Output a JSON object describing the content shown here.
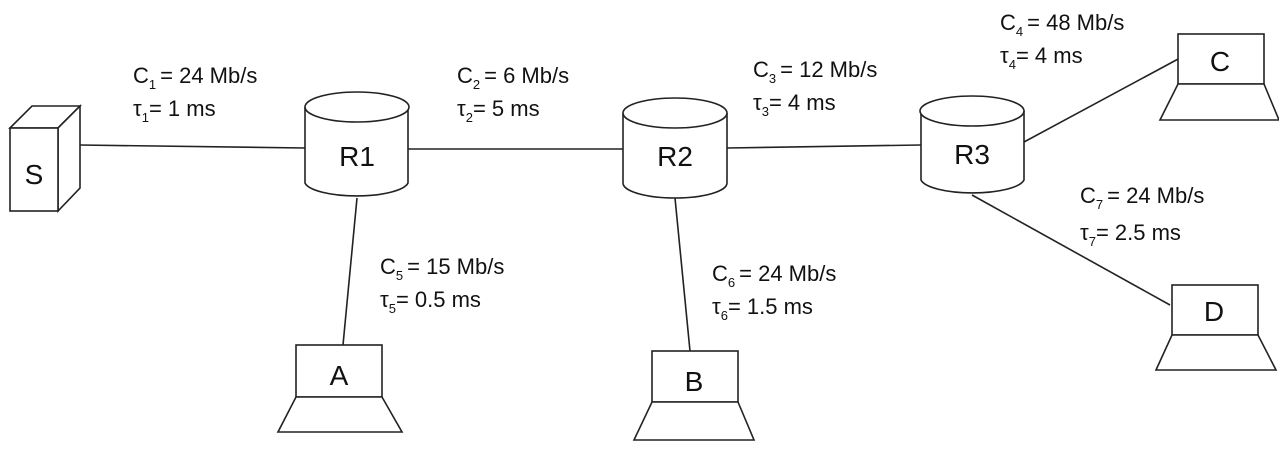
{
  "nodes": {
    "source": "S",
    "routers": [
      "R1",
      "R2",
      "R3"
    ],
    "hosts": [
      "A",
      "B",
      "C",
      "D"
    ]
  },
  "links": [
    {
      "c_sub": "1",
      "c_val": "= 24 Mb/s",
      "t_sub": "1",
      "t_val": "= 1 ms"
    },
    {
      "c_sub": "2",
      "c_val": "= 6 Mb/s",
      "t_sub": "2",
      "t_val": "= 5 ms"
    },
    {
      "c_sub": "3",
      "c_val": "= 12 Mb/s",
      "t_sub": "3",
      "t_val": "= 4 ms"
    },
    {
      "c_sub": "4",
      "c_val": "= 48 Mb/s",
      "t_sub": "4",
      "t_val": "= 4 ms"
    },
    {
      "c_sub": "5",
      "c_val": "= 15 Mb/s",
      "t_sub": "5",
      "t_val": "= 0.5 ms"
    },
    {
      "c_sub": "6",
      "c_val": "= 24 Mb/s",
      "t_sub": "6",
      "t_val": "= 1.5 ms"
    },
    {
      "c_sub": "7",
      "c_val": "= 24 Mb/s",
      "t_sub": "7",
      "t_val": "= 2.5 ms"
    }
  ],
  "symbols": {
    "capacity": "C",
    "delay": "τ"
  }
}
